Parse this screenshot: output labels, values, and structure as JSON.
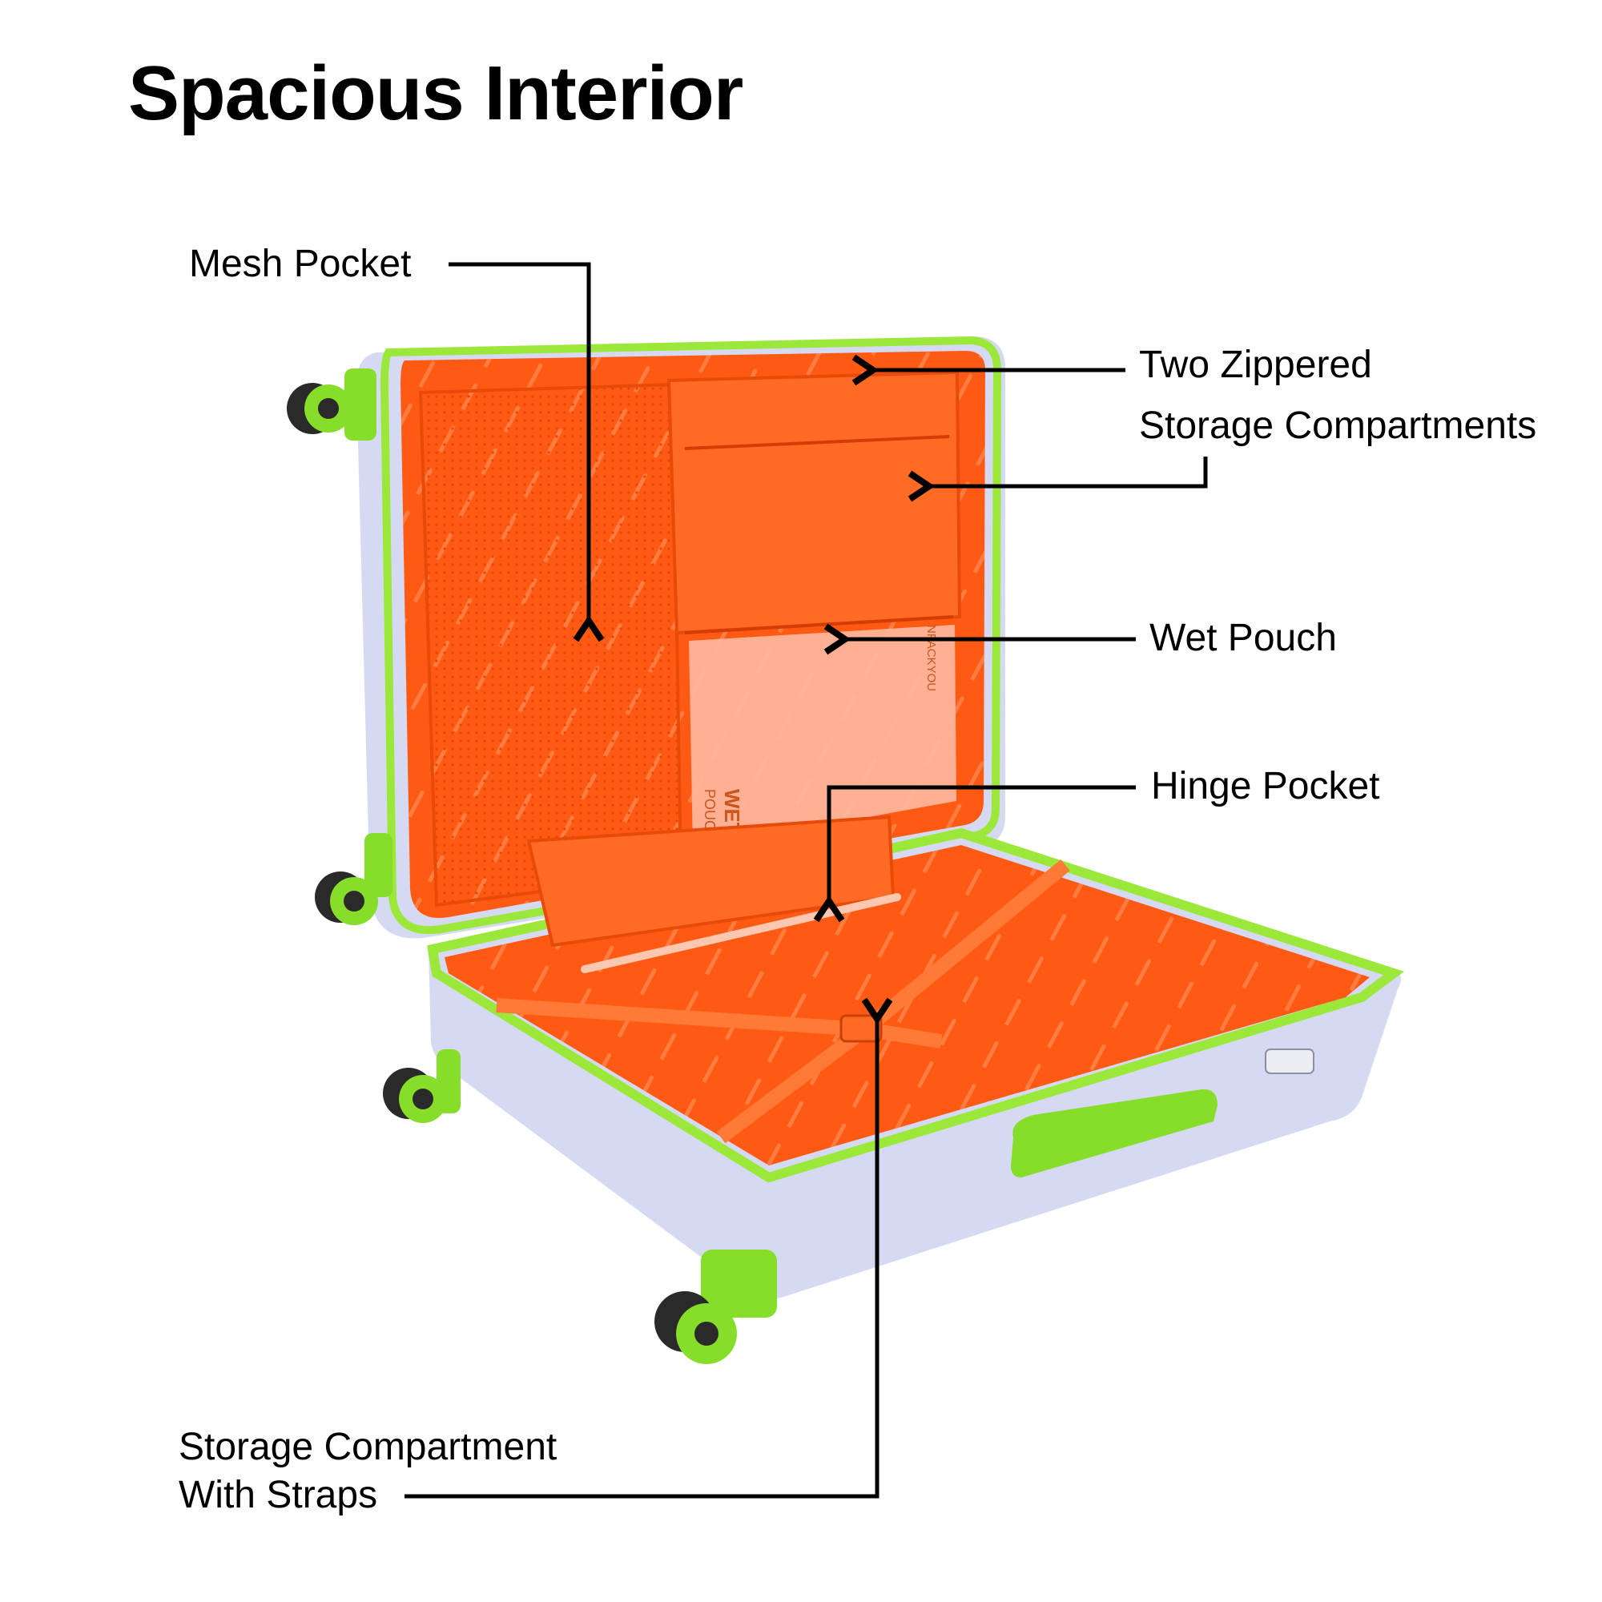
{
  "title": "Spacious Interior",
  "labels": {
    "mesh_pocket": "Mesh Pocket",
    "two_zippered_line1": "Two Zippered",
    "two_zippered_line2": "Storage  Compartments",
    "wet_pouch": "Wet Pouch",
    "hinge_pocket": "Hinge Pocket",
    "storage_straps_line1": "Storage Compartment",
    "storage_straps_line2": "With Straps"
  },
  "product_text": {
    "pouch_label_1": "WET",
    "pouch_label_2": "POUCH",
    "brand": "NPACKYOU"
  },
  "colors": {
    "lining_orange": "#ff5a14",
    "shell_lavender": "#d5daf2",
    "accent_green": "#86dd2a",
    "wheel_dark": "#2a2a2a",
    "callout_line": "#000000"
  }
}
